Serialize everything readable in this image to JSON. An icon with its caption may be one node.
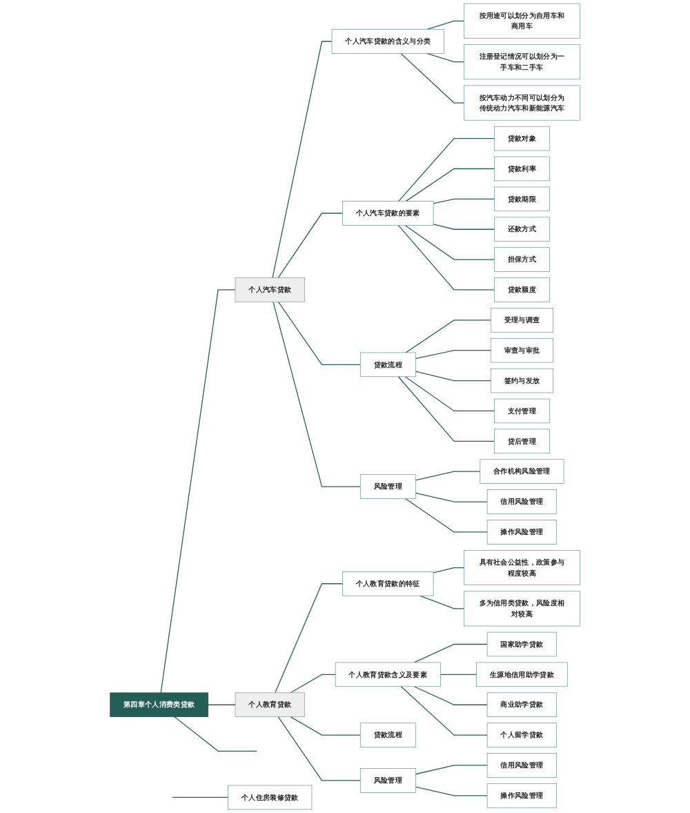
{
  "diagram": {
    "nodes": [
      {
        "text": [
          "第四章个人消费类贷款"
        ]
      },
      {
        "text": [
          "个人汽车贷款"
        ]
      },
      {
        "text": [
          "个人汽车贷款的含义与分类"
        ]
      },
      {
        "text": [
          "按用途可以划分为自用车和商用车"
        ]
      },
      {
        "text": [
          "注册登记情况可以划分为一手车和二手车"
        ]
      },
      {
        "text": [
          "按汽车动力不同可以划分为传统动力汽车和新能源汽车"
        ]
      },
      {
        "text": [
          "个人汽车贷款的要素"
        ]
      },
      {
        "text": [
          "贷款对象"
        ]
      },
      {
        "text": [
          "贷款利率"
        ]
      },
      {
        "text": [
          "贷款期限"
        ]
      },
      {
        "text": [
          "还款方式"
        ]
      },
      {
        "text": [
          "担保方式"
        ]
      },
      {
        "text": [
          "贷款额度"
        ]
      },
      {
        "text": [
          "贷款流程"
        ]
      },
      {
        "text": [
          "受理与调查"
        ]
      },
      {
        "text": [
          "审查与审批"
        ]
      },
      {
        "text": [
          "签约与发放"
        ]
      },
      {
        "text": [
          "支付管理"
        ]
      },
      {
        "text": [
          "贷后管理"
        ]
      },
      {
        "text": [
          "风险管理"
        ]
      },
      {
        "text": [
          "合作机构风险管理"
        ]
      },
      {
        "text": [
          "信用风险管理"
        ]
      },
      {
        "text": [
          "操作风险管理"
        ]
      },
      {
        "text": [
          "个人教育贷款"
        ]
      },
      {
        "text": [
          "个人教育贷款的特征"
        ]
      },
      {
        "text": [
          "具有社会公益性，政策参与程度较高"
        ]
      },
      {
        "text": [
          "多为信用类贷款，风险度相对较高"
        ]
      },
      {
        "text": [
          "个人教育贷款含义及要素"
        ]
      },
      {
        "text": [
          "国家助学贷款"
        ]
      },
      {
        "text": [
          "生源地信用助学贷款"
        ]
      },
      {
        "text": [
          "商业助学贷款"
        ]
      },
      {
        "text": [
          "个人留学贷款"
        ]
      },
      {
        "text": [
          "贷款流程"
        ]
      },
      {
        "text": [
          "风险管理"
        ]
      },
      {
        "text": [
          "信用风险管理"
        ]
      },
      {
        "text": [
          "操作风险管理"
        ]
      },
      {
        "text": [
          "个人住房装修贷款"
        ]
      }
    ],
    "edges": [
      {
        "from": 0,
        "to": 1,
        "arrow": "none"
      },
      {
        "from": 1,
        "to": 2,
        "arrow": "none"
      },
      {
        "from": 2,
        "to": 3,
        "arrow": "none"
      },
      {
        "from": 2,
        "to": 4,
        "arrow": "none"
      },
      {
        "from": 2,
        "to": 5,
        "arrow": "none"
      },
      {
        "from": 1,
        "to": 6,
        "arrow": "none"
      },
      {
        "from": 6,
        "to": 7,
        "arrow": "none"
      },
      {
        "from": 6,
        "to": 8,
        "arrow": "none"
      },
      {
        "from": 6,
        "to": 9,
        "arrow": "none"
      },
      {
        "from": 6,
        "to": 10,
        "arrow": "none"
      },
      {
        "from": 6,
        "to": 11,
        "arrow": "none"
      },
      {
        "from": 6,
        "to": 12,
        "arrow": "none"
      },
      {
        "from": 1,
        "to": 13,
        "arrow": "none"
      },
      {
        "from": 13,
        "to": 14,
        "arrow": "none"
      },
      {
        "from": 13,
        "to": 15,
        "arrow": "none"
      },
      {
        "from": 13,
        "to": 16,
        "arrow": "none"
      },
      {
        "from": 13,
        "to": 17,
        "arrow": "none"
      },
      {
        "from": 13,
        "to": 18,
        "arrow": "none"
      },
      {
        "from": 1,
        "to": 19,
        "arrow": "none"
      },
      {
        "from": 19,
        "to": 20,
        "arrow": "none"
      },
      {
        "from": 19,
        "to": 21,
        "arrow": "none"
      },
      {
        "from": 19,
        "to": 22,
        "arrow": "none"
      },
      {
        "from": 0,
        "to": 23,
        "arrow": "none"
      },
      {
        "from": 23,
        "to": 24,
        "arrow": "none"
      },
      {
        "from": 24,
        "to": 25,
        "arrow": "none"
      },
      {
        "from": 24,
        "to": 26,
        "arrow": "none"
      },
      {
        "from": 23,
        "to": 27,
        "arrow": "none"
      },
      {
        "from": 27,
        "to": 28,
        "arrow": "none"
      },
      {
        "from": 27,
        "to": 29,
        "arrow": "none"
      },
      {
        "from": 27,
        "to": 30,
        "arrow": "none"
      },
      {
        "from": 27,
        "to": 31,
        "arrow": "none"
      },
      {
        "from": 23,
        "to": 32,
        "arrow": "none"
      },
      {
        "from": 23,
        "to": 33,
        "arrow": "none"
      },
      {
        "from": 33,
        "to": 34,
        "arrow": "none"
      },
      {
        "from": 33,
        "to": 35,
        "arrow": "none"
      },
      {
        "from": 0,
        "to": null,
        "arrow": "none"
      },
      {
        "from": null,
        "to": 36,
        "arrow": "none"
      }
    ]
  }
}
